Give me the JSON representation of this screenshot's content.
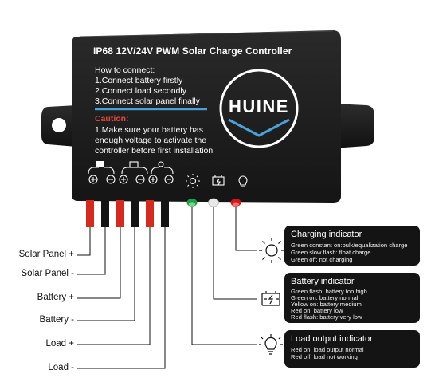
{
  "controller": {
    "header": "IP68 12V/24V PWM Solar Charge Controller",
    "how_to_connect": [
      "How to connect:",
      "1.Connect battery firstly",
      "2.Connect load secondly",
      "3.Connect solar panel finally"
    ],
    "caution_title": "Caution:",
    "caution_lines": [
      "1.Make sure your battery has",
      "enough voltage to activate the",
      "controller before first installation"
    ],
    "brand": "HUINE"
  },
  "wire_labels": [
    "Solar Panel +",
    "Solar Panel -",
    "Battery +",
    "Battery -",
    "Load +",
    "Load -"
  ],
  "indicators": [
    {
      "title": "Charging indicator",
      "icon": "sun-icon",
      "lines": [
        "Green constant on:bulk/equalization charge",
        "Green slow flash: float charge",
        "Green off: not charging"
      ]
    },
    {
      "title": "Battery indicator",
      "icon": "battery-charge-icon",
      "lines": [
        "Green flash: battery too high",
        "Green on: battery normal",
        "Yellow on: battery medium",
        "Red on: battery low",
        "Red flash: battery very low"
      ]
    },
    {
      "title": "Load output indicator",
      "icon": "bulb-icon",
      "lines": [
        "Red on: load output normal",
        "Red off: load not working"
      ]
    }
  ],
  "colors": {
    "housing": "#1e1e1e",
    "accent_line": "#4aa0d8",
    "caution": "#e0483a",
    "wire_red": "#d62a1e",
    "wire_black": "#141414",
    "led_green": "#1aa04a",
    "led_white": "#e8e8e8",
    "led_red": "#d01818"
  }
}
